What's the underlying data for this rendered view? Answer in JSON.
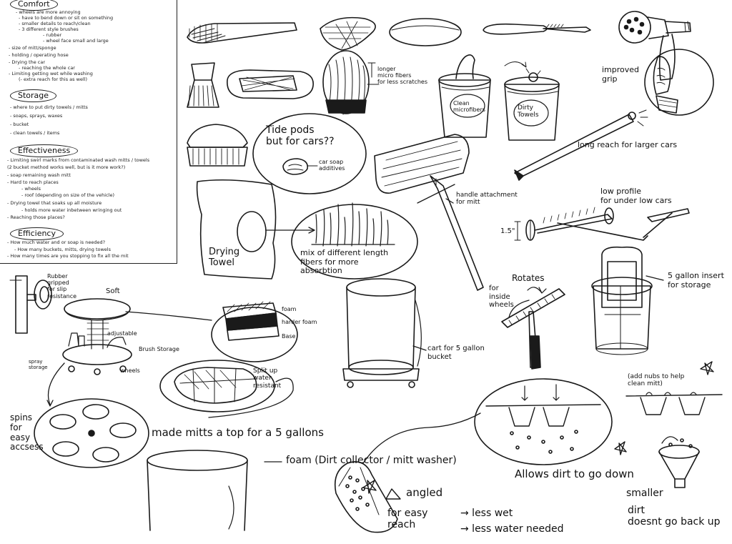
{
  "notes": {
    "comfort": {
      "heading": "Comfort",
      "lines": [
        "- wheels are more annoying",
        "- have to bend down or sit on something",
        "- smaller details to reach/clean",
        "- 3 different style brushes",
        "- rubber",
        "- wheel face small and large",
        "- size of mitt/sponge",
        "- holding / operating hose",
        "- Drying the car",
        "- reaching the whole car",
        "- Limiting getting wet while washing",
        "(- extra reach for this as well)"
      ]
    },
    "storage": {
      "heading": "Storage",
      "lines": [
        "- where to put dirty towels / mitts",
        "- soaps, sprays, waxes",
        "- bucket",
        "- clean towels / items"
      ]
    },
    "effectiveness": {
      "heading": "Effectiveness",
      "lines": [
        "- Limiting swirl marks from contaminated wash mitts / towels",
        "(2 bucket method works well, but is it more work?)",
        "- soap remaining wash mitt",
        "- Hard to reach places",
        "- wheels",
        "- roof (depending on size of the vehicle)",
        "- Drying towel that soaks up all moisture",
        "- holds more water inbetween wringing out",
        "- Reaching those places?"
      ]
    },
    "efficiency": {
      "heading": "Efficiency",
      "lines": [
        "- How much water and or soap is needed?",
        "- How many buckets, mitts, drying towels",
        "- How many times are you stopping to fix all the mit"
      ]
    }
  },
  "labels": {
    "longer_fibers": "longer\nmicro fibers\nfor less scratches",
    "clean_microfibers": "Clean\nmicrofibers",
    "dirty_towels": "Dirty\nTowels",
    "improved_grip": "improved\ngrip",
    "tide_pods": "Tide pods\nbut for cars??",
    "car_soap_additives": "car soap\nadditives",
    "long_reach": "long reach for larger cars",
    "drying_towel": "Drying\nTowel",
    "mix_fibers": "mix of different length\nfibers for more\nabsorbtion",
    "handle_attachment": "handle attachment\nfor mitt",
    "low_profile": "low profile\nfor under low cars",
    "dim_1_5": "1.5\"",
    "rubber_gripped": "Rubber\ngripped\nfor slip\nresistance",
    "soft": "Soft",
    "adjustable": "adjustable",
    "brush_storage": "Brush Storage",
    "spray_storage": "spray\nstorage",
    "wheels": "wheels",
    "foam": "foam",
    "harder_foam": "harder foam",
    "base": "Base",
    "split_water_resistant": "Split up\nwater\nresistant",
    "cart_5_gallon": "cart for 5 gallon\nbucket",
    "rotates": "Rotates",
    "for_inside_wheels": "for\ninside\nwheels",
    "gallon_insert": "5 gallon insert\nfor storage",
    "spins_easy_access": "spins\nfor\neasy\naccsess",
    "made_mitts": "made mitts  a top for a 5 gallons",
    "foam_dirt_collector": "foam  (Dirt collector / mitt washer)",
    "add_nubs": "(add nubs to help\nclean mitt)",
    "allows_dirt": "Allows dirt to go down",
    "smaller": "smaller",
    "dirt_back_up": "dirt\ndoesnt go back up",
    "angled": "angled",
    "for_easy_reach": "for easy\nreach",
    "less_wet": "→ less wet",
    "less_water": "→ less water needed"
  }
}
